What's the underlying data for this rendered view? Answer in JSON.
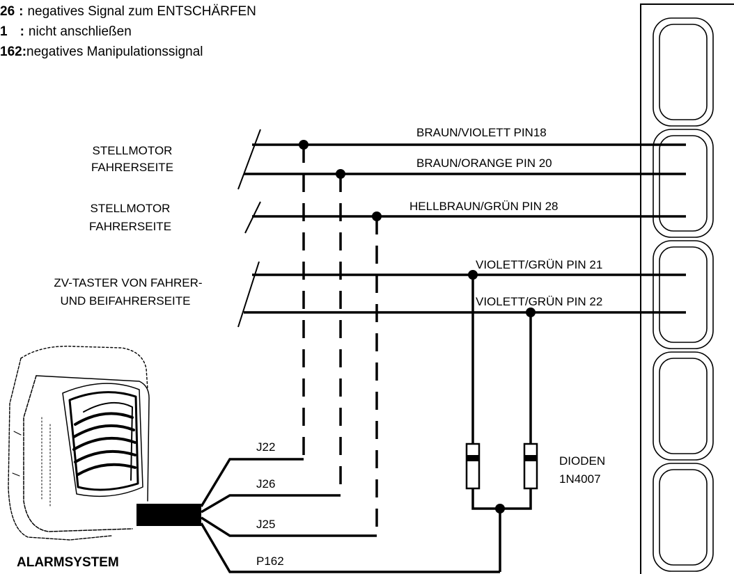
{
  "legend": [
    {
      "code": "26",
      "sep": ":",
      "text": "negatives Signal zum ENTSCHÄRFEN"
    },
    {
      "code": "1",
      "sep": ":",
      "text": "nicht anschließen"
    },
    {
      "code": "162:",
      "sep": "",
      "text": "negatives Manipulationssignal"
    }
  ],
  "groups": {
    "stellmotor_1": [
      "STELLMOTOR",
      "FAHRERSEITE"
    ],
    "stellmotor_2": [
      "STELLMOTOR",
      "FAHRERSEITE"
    ],
    "zv_taster": [
      "ZV-TASTER VON FAHRER-",
      "UND BEIFAHRERSEITE"
    ]
  },
  "wires": [
    "BRAUN/VIOLETT PIN18",
    "BRAUN/ORANGE PIN 20",
    "HELLBRAUN/GRÜN PIN 28",
    "VIOLETT/GRÜN PIN 21",
    "VIOLETT/GRÜN PIN 22"
  ],
  "alarm_leads": [
    "J22",
    "J26",
    "J25",
    "P162"
  ],
  "diodes": [
    "DIODEN",
    "1N4007"
  ],
  "alarm_label": "ALARMSYSTEM",
  "icons": [
    "alarm-unit-icon",
    "connector-plug-icon",
    "diode-icon"
  ]
}
